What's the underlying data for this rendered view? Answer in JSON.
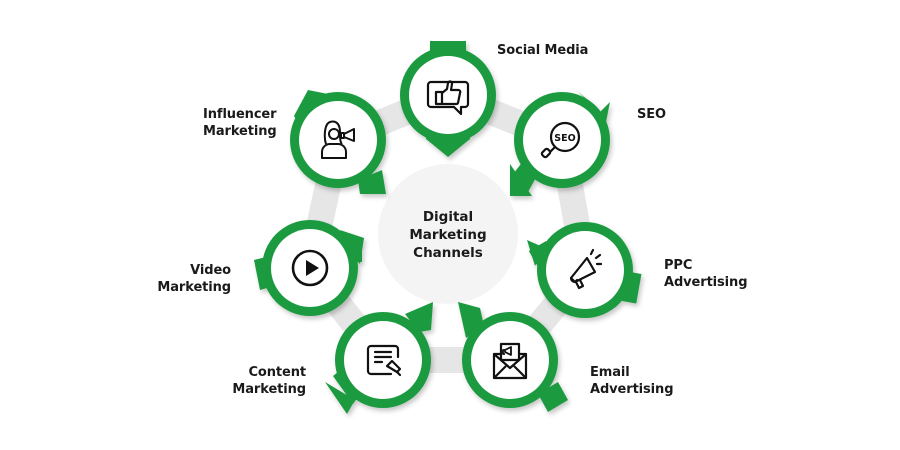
{
  "diagram": {
    "title": "Digital Marketing Channels",
    "title_lines": [
      "Digital",
      "Marketing",
      "Channels"
    ],
    "colors": {
      "accent_green": "#1e9a41",
      "ring_gray": "#e6e6e6",
      "center_fill": "#f4f4f4",
      "icon_stroke": "#111111",
      "text": "#1a1a1a"
    },
    "nodes": [
      {
        "id": "social-media",
        "label_lines": [
          "Social Media"
        ],
        "icon": "thumbs-up-chat-icon"
      },
      {
        "id": "seo",
        "label_lines": [
          "SEO"
        ],
        "icon": "seo-magnifier-icon"
      },
      {
        "id": "ppc-advertising",
        "label_lines": [
          "PPC",
          "Advertising"
        ],
        "icon": "megaphone-icon"
      },
      {
        "id": "email-advertising",
        "label_lines": [
          "Email",
          "Advertising"
        ],
        "icon": "envelope-megaphone-icon"
      },
      {
        "id": "content-marketing",
        "label_lines": [
          "Content",
          "Marketing"
        ],
        "icon": "document-pen-icon"
      },
      {
        "id": "video-marketing",
        "label_lines": [
          "Video",
          "Marketing"
        ],
        "icon": "play-button-icon"
      },
      {
        "id": "influencer-marketing",
        "label_lines": [
          "Influencer",
          "Marketing"
        ],
        "icon": "influencer-megaphone-icon"
      }
    ]
  }
}
